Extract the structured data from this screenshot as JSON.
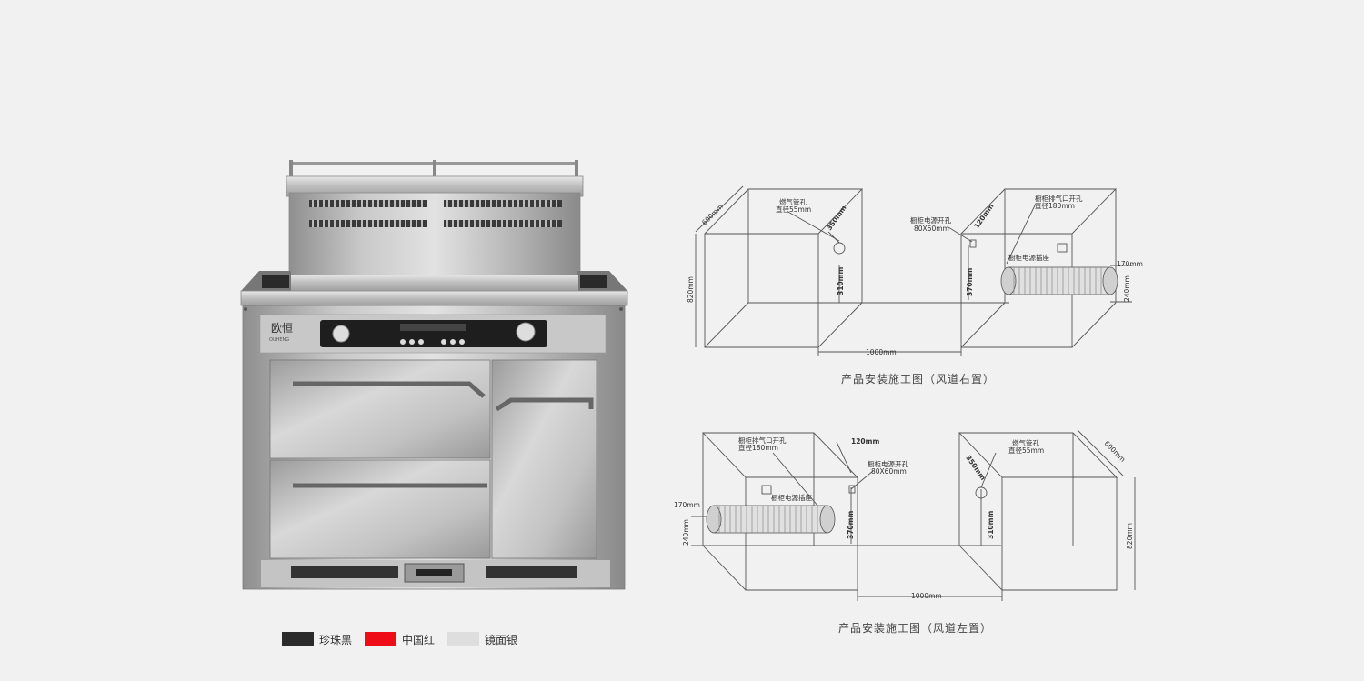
{
  "product": {
    "brand_text": "欧恒",
    "brand_sub": "OUHENG"
  },
  "swatches": [
    {
      "label": "珍珠黑",
      "color": "#2b2b2b"
    },
    {
      "label": "中国红",
      "color": "#ee0d17"
    },
    {
      "label": "镜面银",
      "color": "#dedede"
    }
  ],
  "diagram_right": {
    "caption": "产品安装施工图（风道右置）",
    "gas_pipe": "燃气管孔",
    "gas_diameter": "直径55mm",
    "dim_350": "350mm",
    "dim_310": "310mm",
    "dim_600": "600mm",
    "dim_820": "820mm",
    "dim_1000": "1000mm",
    "power_hole": "橱柜电源开孔",
    "power_size": "80X60mm",
    "dim_120": "120mm",
    "exhaust_hole": "橱柜排气口开孔",
    "exhaust_diameter": "直径180mm",
    "socket": "橱柜电源插座",
    "dim_370": "370mm",
    "dim_170": "170mm",
    "dim_240": "240mm"
  },
  "diagram_left": {
    "caption": "产品安装施工图（风道左置）",
    "exhaust_hole": "橱柜排气口开孔",
    "exhaust_diameter": "直径180mm",
    "dim_120": "120mm",
    "power_hole": "橱柜电源开孔",
    "power_size": "80X60mm",
    "socket": "橱柜电源插座",
    "dim_170": "170mm",
    "dim_240": "240mm",
    "dim_370": "370mm",
    "gas_pipe": "燃气管孔",
    "gas_diameter": "直径55mm",
    "dim_350": "350mm",
    "dim_310": "310mm",
    "dim_600": "600mm",
    "dim_820": "820mm",
    "dim_1000": "1000mm"
  }
}
